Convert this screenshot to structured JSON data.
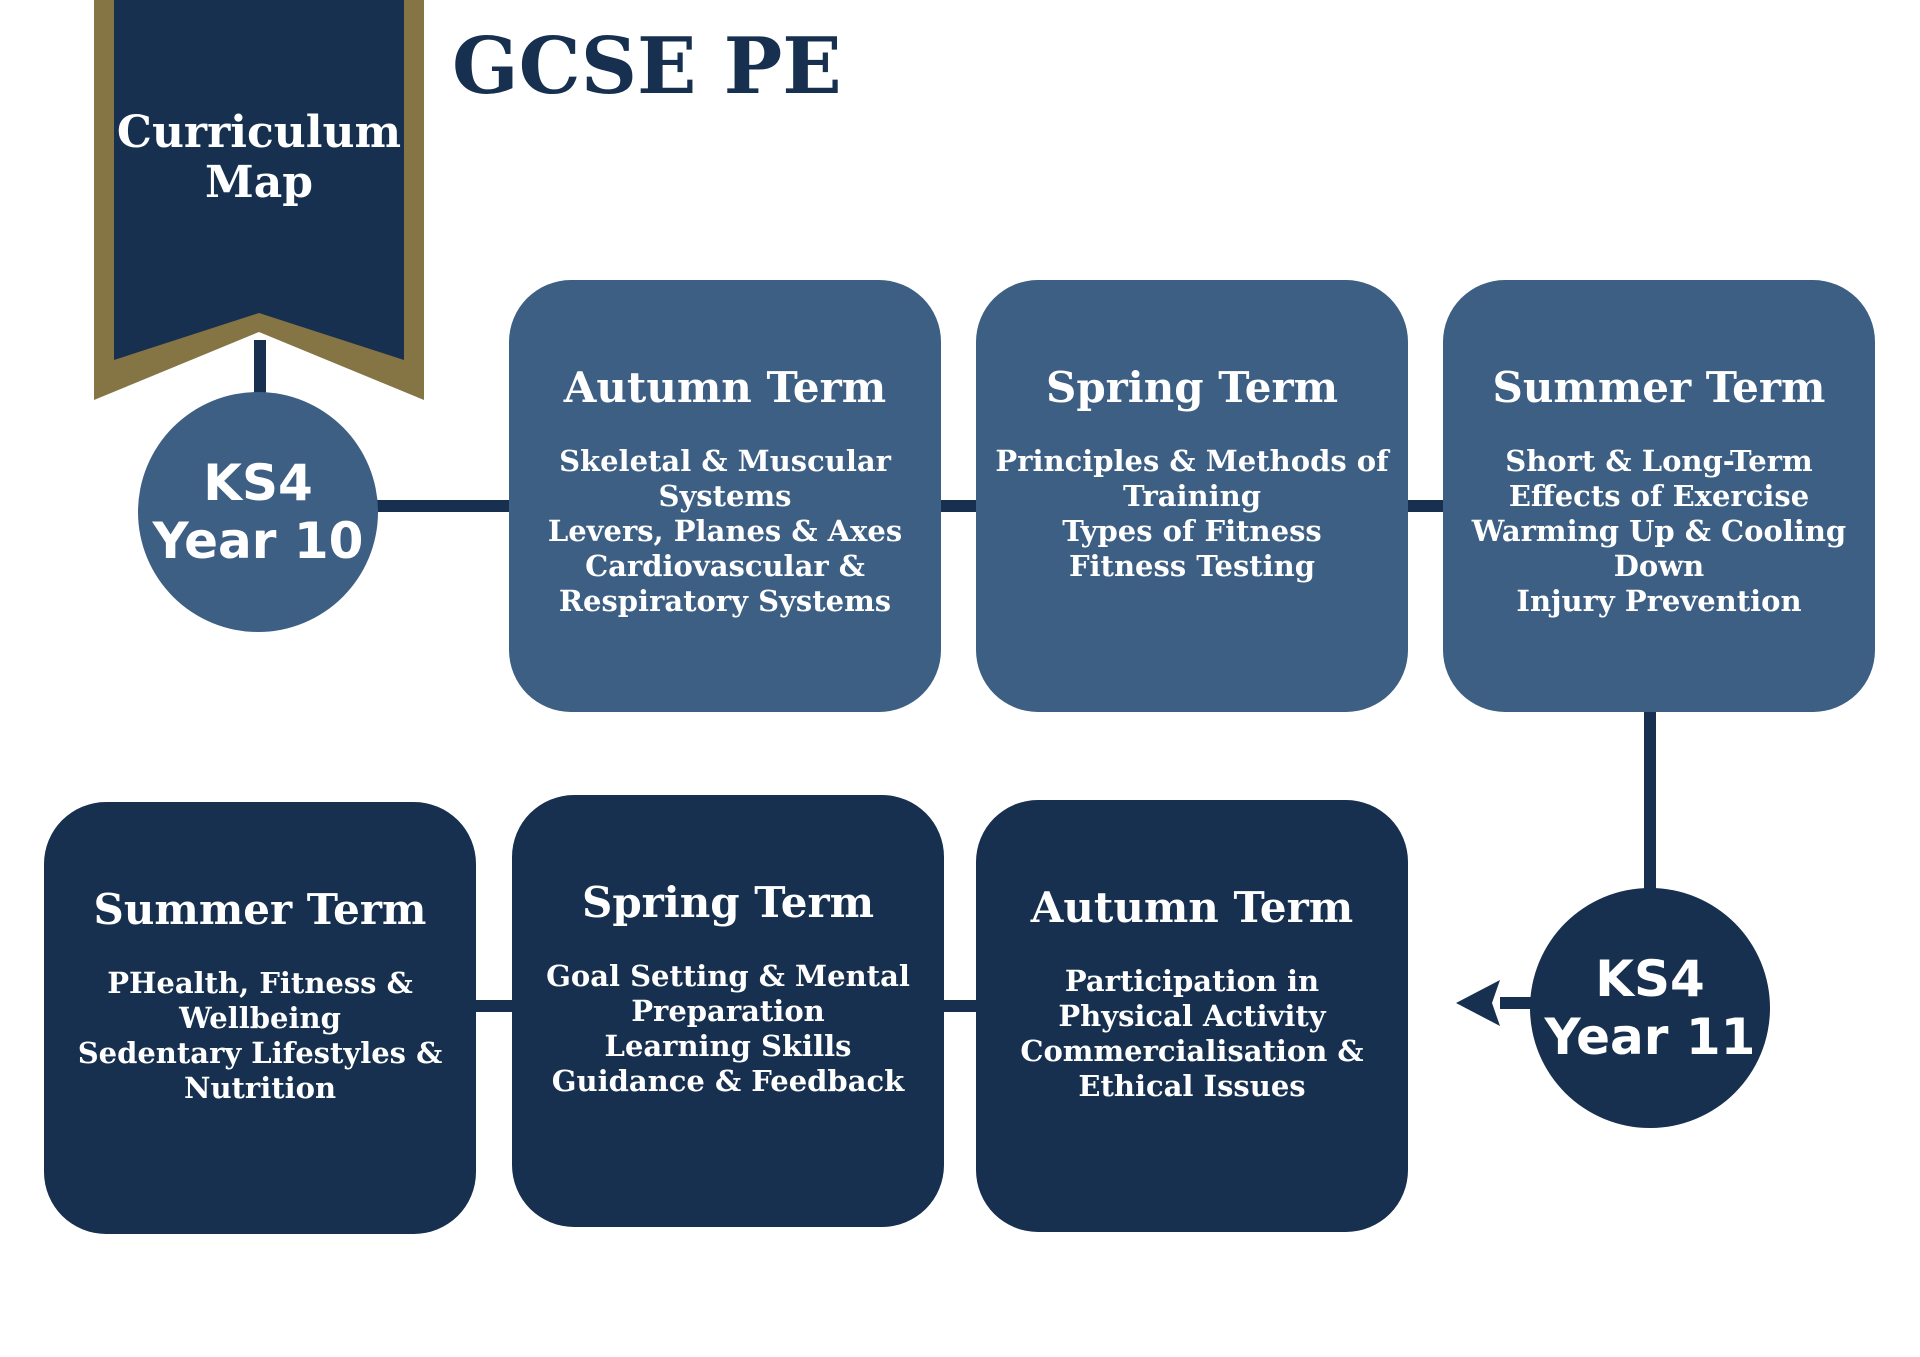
{
  "colors": {
    "navy": "#17304f",
    "steel_blue": "#3d5f84",
    "gold_trim": "#857544",
    "background": "#ffffff"
  },
  "header": {
    "title": "GCSE PE",
    "banner_lines": [
      "Curriculum",
      "Map"
    ]
  },
  "year10": {
    "stage": "KS4",
    "year": "Year 10",
    "terms": [
      {
        "title": "Autumn Term",
        "topics": [
          "Skeletal & Muscular",
          "Systems",
          "Levers, Planes & Axes",
          "Cardiovascular &",
          "Respiratory Systems"
        ]
      },
      {
        "title": "Spring Term",
        "topics": [
          "Principles & Methods of",
          "Training",
          "Types of Fitness",
          "Fitness Testing"
        ]
      },
      {
        "title": "Summer Term",
        "topics": [
          "Short & Long-Term",
          "Effects of Exercise",
          "Warming Up & Cooling",
          "Down",
          "Injury Prevention"
        ]
      }
    ]
  },
  "year11": {
    "stage": "KS4",
    "year": "Year 11",
    "terms": [
      {
        "title": "Autumn Term",
        "topics": [
          "Participation in",
          "Physical Activity",
          "Commercialisation &",
          "Ethical Issues"
        ]
      },
      {
        "title": "Spring Term",
        "topics": [
          "Goal Setting & Mental",
          "Preparation",
          "Learning Skills",
          "Guidance & Feedback"
        ]
      },
      {
        "title": "Summer Term",
        "topics": [
          "PHealth, Fitness &",
          "Wellbeing",
          "Sedentary Lifestyles &",
          "Nutrition"
        ]
      }
    ]
  }
}
